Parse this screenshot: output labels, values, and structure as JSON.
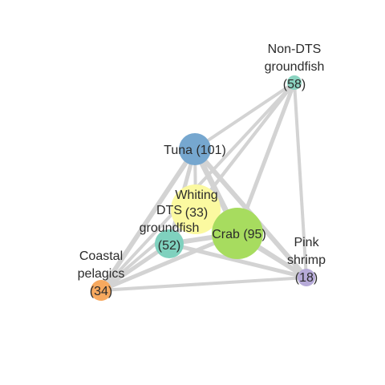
{
  "nodes": [
    {
      "id": "non_dts",
      "label_lines": [
        "Non-DTS",
        "groundfish",
        "(58)"
      ],
      "color": "#8ad3c0",
      "size": 58
    },
    {
      "id": "tuna",
      "label_lines": [
        "Tuna (101)"
      ],
      "color": "#76a7cf",
      "size": 101
    },
    {
      "id": "whiting",
      "label_lines": [
        "Whiting",
        "(33)"
      ],
      "color": "#fbf9a0",
      "size": 33
    },
    {
      "id": "crab",
      "label_lines": [
        "Crab (95)"
      ],
      "color": "#a7dc5f",
      "size": 95
    },
    {
      "id": "dts",
      "label_lines": [
        "DTS",
        "groundfish",
        "(52)"
      ],
      "color": "#7fd1be",
      "size": 52
    },
    {
      "id": "coastal",
      "label_lines": [
        "Coastal",
        "pelagics",
        "(34)"
      ],
      "color": "#f7a95f",
      "size": 34
    },
    {
      "id": "pink",
      "label_lines": [
        "Pink",
        "shrimp",
        "(18)"
      ],
      "color": "#b6aad8",
      "size": 18
    }
  ],
  "edges": [
    {
      "source": "tuna",
      "target": "coastal",
      "weight": 6
    },
    {
      "source": "tuna",
      "target": "dts",
      "weight": 5
    },
    {
      "source": "tuna",
      "target": "crab",
      "weight": 7
    },
    {
      "source": "tuna",
      "target": "pink",
      "weight": 6
    },
    {
      "source": "tuna",
      "target": "whiting",
      "weight": 4
    },
    {
      "source": "tuna",
      "target": "non_dts",
      "weight": 4
    },
    {
      "source": "non_dts",
      "target": "whiting",
      "weight": 4
    },
    {
      "source": "non_dts",
      "target": "crab",
      "weight": 5
    },
    {
      "source": "non_dts",
      "target": "dts",
      "weight": 4
    },
    {
      "source": "non_dts",
      "target": "coastal",
      "weight": 4
    },
    {
      "source": "non_dts",
      "target": "pink",
      "weight": 4
    },
    {
      "source": "whiting",
      "target": "dts",
      "weight": 4
    },
    {
      "source": "whiting",
      "target": "coastal",
      "weight": 4
    },
    {
      "source": "whiting",
      "target": "pink",
      "weight": 5
    },
    {
      "source": "whiting",
      "target": "crab",
      "weight": 5
    },
    {
      "source": "crab",
      "target": "dts",
      "weight": 6
    },
    {
      "source": "crab",
      "target": "coastal",
      "weight": 5
    },
    {
      "source": "crab",
      "target": "pink",
      "weight": 6
    },
    {
      "source": "dts",
      "target": "coastal",
      "weight": 5
    },
    {
      "source": "dts",
      "target": "pink",
      "weight": 5
    },
    {
      "source": "coastal",
      "target": "pink",
      "weight": 4
    }
  ]
}
